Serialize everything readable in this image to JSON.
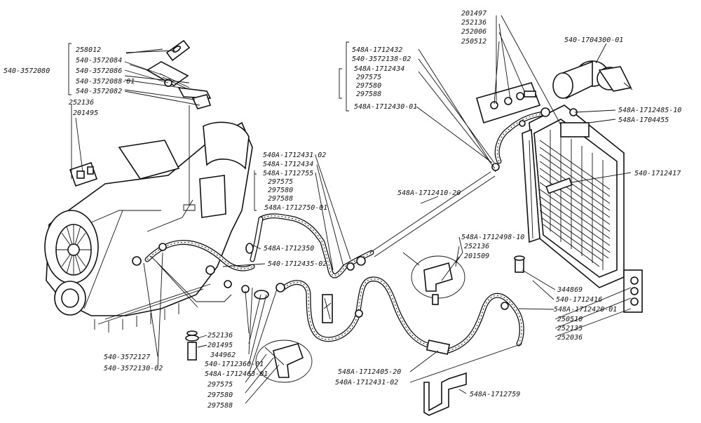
{
  "labels": {
    "transmission": {
      "assembly": "540-3572080",
      "p1": "258012",
      "p2": "540-3572084",
      "p3": "540-3572086",
      "p4": "540-3572088-01",
      "p5": "540-3572082",
      "bolt": "252136",
      "washer": "201495",
      "pipe_a": "540-3572127",
      "pipe_b": "540-3572130-02"
    },
    "center": {
      "g1": "540А-1712431-02",
      "g2": "548А-1712434",
      "g3": "548А-1712755",
      "g4": "297575",
      "g5": "297580",
      "g6": "297588",
      "g7": "548А-1712750-01",
      "clamp": "548А-1712350",
      "hose_b": "540-1712435-02",
      "bolt": "252136",
      "washer": "201495",
      "nut": "344962",
      "bracket_a": "540-1712360-01",
      "bracket_b": "548А-1712463-01",
      "c1": "297575",
      "c2": "297580",
      "c3": "297588"
    },
    "upper": {
      "u1": "548А-1712432",
      "u2": "540-3572138-02",
      "u3": "548А-1712434",
      "u4": "297575",
      "u5": "297580",
      "u6": "297588",
      "u7": "548А-1712430-01"
    },
    "top_right": {
      "t1": "201497",
      "t2": "252136",
      "t3": "252006",
      "t4": "250512",
      "filter": "540-1704300-01",
      "f1": "548А-1712485-10",
      "f2": "548А-1704455",
      "radiator": "540-1712417"
    },
    "right_lower": {
      "pipe": "548А-1712410-20",
      "r1": "548А-1712498-10",
      "r2": "252136",
      "r3": "201509",
      "r4": "344869",
      "r5": "540-1712416",
      "r6": "548А-1712420-01",
      "r7": "250510",
      "r8": "252135",
      "r9": "252036"
    },
    "bottom": {
      "b1": "548А-1712405-20",
      "b2": "540А-1712431-02",
      "b3": "548А-1712759"
    }
  }
}
